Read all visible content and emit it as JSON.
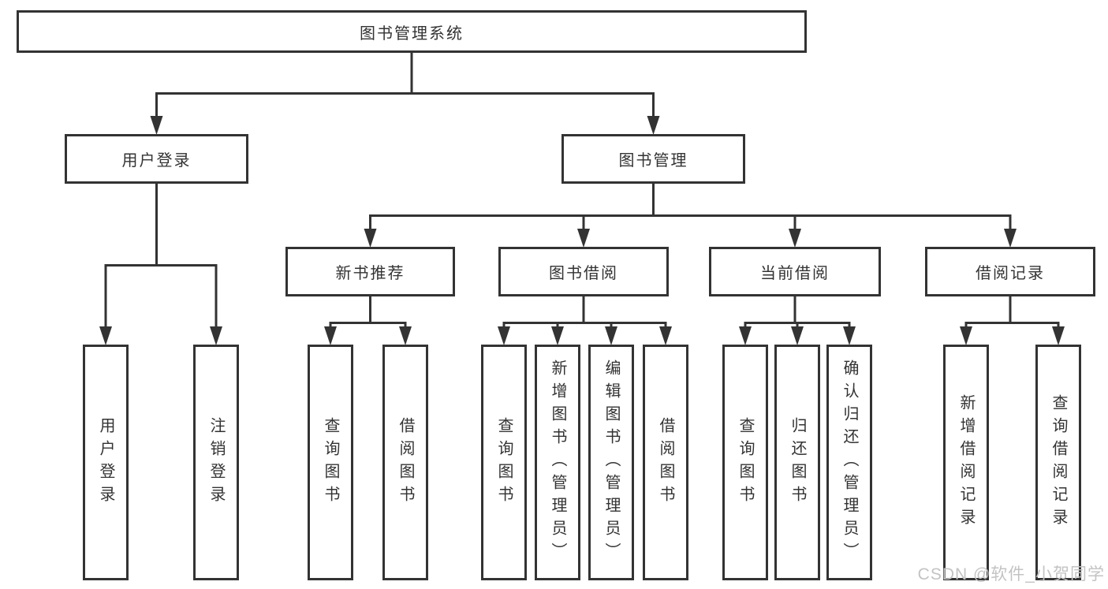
{
  "diagram": {
    "root": {
      "label": "图书管理系统"
    },
    "level2": [
      {
        "label": "用户登录"
      },
      {
        "label": "图书管理"
      }
    ],
    "level3": [
      {
        "label": "新书推荐"
      },
      {
        "label": "图书借阅"
      },
      {
        "label": "当前借阅"
      },
      {
        "label": "借阅记录"
      }
    ],
    "leaves": {
      "login": [
        "用户登录",
        "注销登录"
      ],
      "recommend": [
        "查询图书",
        "借阅图书"
      ],
      "borrow": [
        "查询图书",
        "新增图书（管理员）",
        "编辑图书（管理员）",
        "借阅图书"
      ],
      "current": [
        "查询图书",
        "归还图书",
        "确认归还（管理员）"
      ],
      "records": [
        "新增借阅记录",
        "查询借阅记录"
      ]
    }
  },
  "watermark": {
    "text": "CSDN @软件_小贺同学"
  },
  "colors": {
    "line": "#333333",
    "text": "#333333",
    "watermark": "#c3c3c3",
    "background": "#ffffff"
  }
}
